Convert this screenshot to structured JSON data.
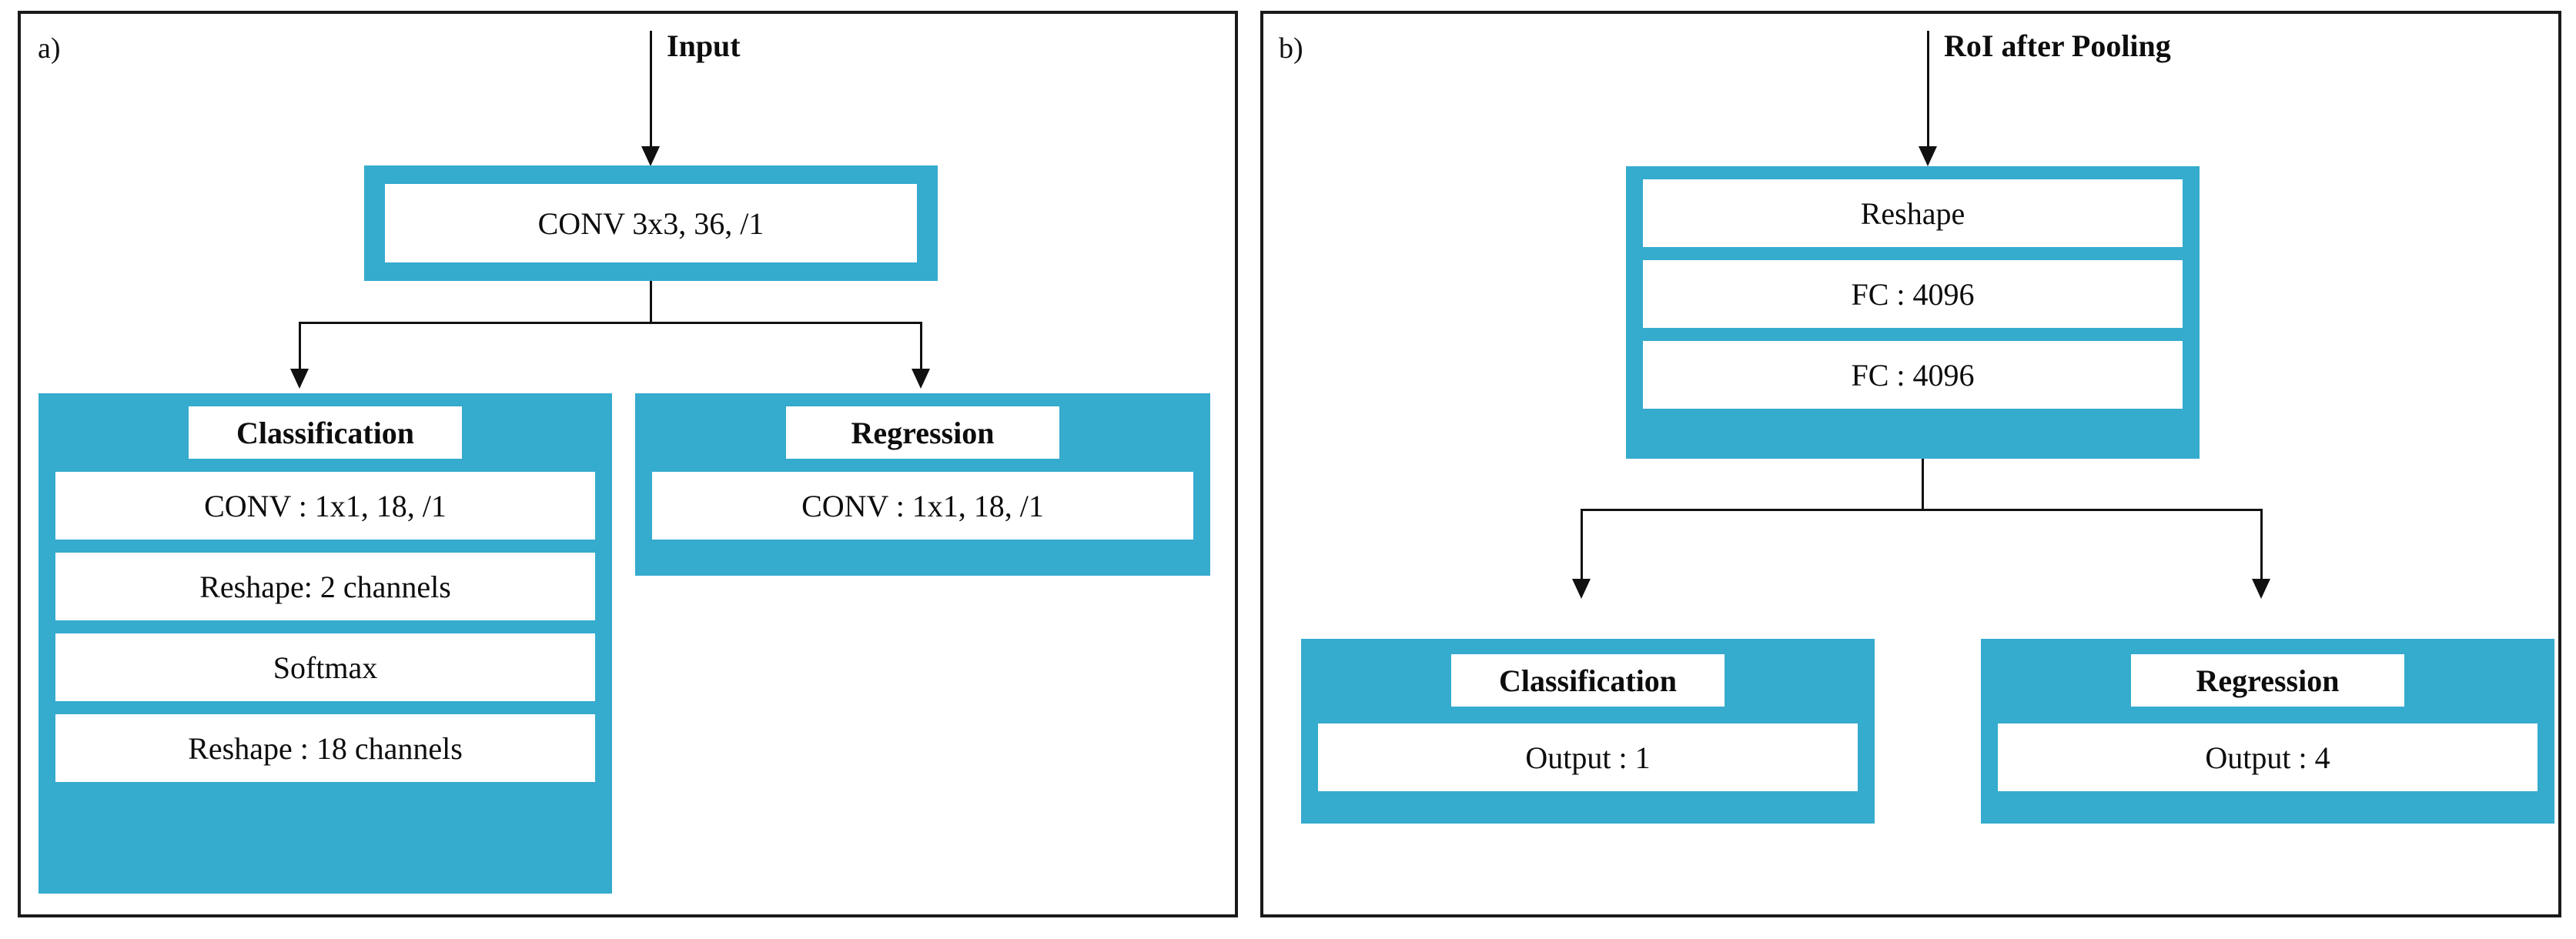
{
  "figure": {
    "type": "diagram",
    "subtype": "neural-network-architecture-flowchart",
    "accent_color": "#35ABCE",
    "border_color": "#1a1a1a",
    "text_color": "#0d0d0d",
    "background": "#ffffff"
  },
  "panels": [
    {
      "id": "a",
      "label": "a)",
      "input_label": "Input",
      "stem": {
        "title": "CONV 3x3, 36, /1"
      },
      "branches": [
        {
          "id": "classification",
          "header": "Classification",
          "layers": [
            "CONV : 1x1, 18, /1",
            "Reshape: 2 channels",
            "Softmax",
            "Reshape : 18 channels"
          ]
        },
        {
          "id": "regression",
          "header": "Regression",
          "layers": [
            "CONV : 1x1, 18, /1"
          ]
        }
      ]
    },
    {
      "id": "b",
      "label": "b)",
      "input_label": "RoI after Pooling",
      "stem": {
        "layers": [
          "Reshape",
          "FC : 4096",
          "FC : 4096"
        ]
      },
      "branches": [
        {
          "id": "classification",
          "header": "Classification",
          "layers": [
            "Output : 1"
          ]
        },
        {
          "id": "regression",
          "header": "Regression",
          "layers": [
            "Output : 4"
          ]
        }
      ]
    }
  ]
}
